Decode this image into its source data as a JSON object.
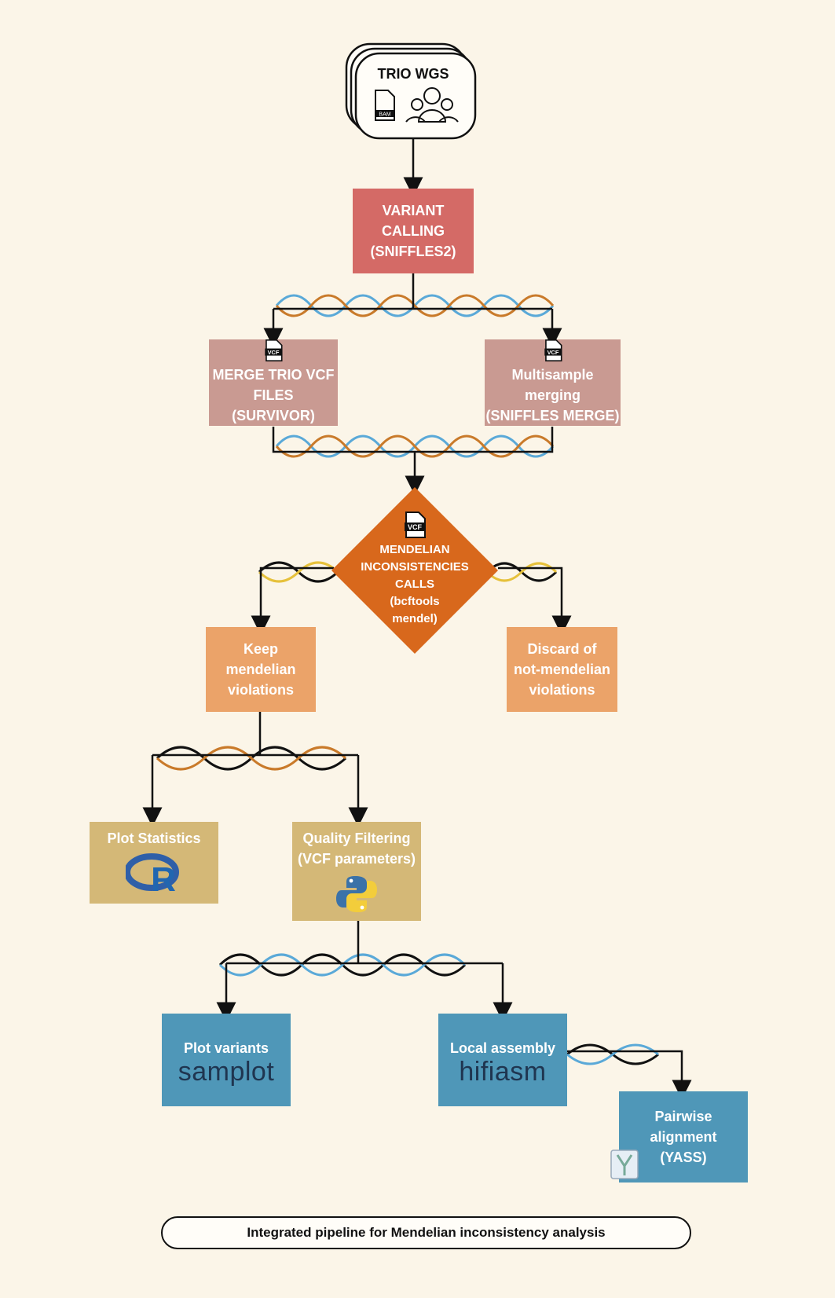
{
  "colors": {
    "background": "#fbf5e8",
    "variant_calling": "#d46a66",
    "merge": "#c99a92",
    "mendelian": "#d8681c",
    "keep_discard": "#eba369",
    "plot_quality": "#d4b877",
    "blue_nodes": "#4f97b8",
    "dna_blue": "#5aa9d8",
    "dna_orange": "#c97a2a",
    "dna_yellow": "#e6c13b"
  },
  "input": {
    "title": "TRIO WGS",
    "file_label": "BAM"
  },
  "nodes": {
    "variant_calling": "VARIANT CALLING\n(SNIFFLES2)",
    "merge_survivor": "MERGE TRIO VCF FILES\n(SURVIVOR)",
    "multisample_merge": "Multisample merging\n(SNIFFLES MERGE)",
    "mendelian": "MENDELIAN\nINCONSISTENCIES\nCALLS\n(bcftools\nmendel)",
    "keep": "Keep\nmendelian\nviolations",
    "discard": "Discard of\nnot-mendelian\nviolations",
    "plot_statistics": "Plot Statistics",
    "quality_filtering": "Quality Filtering\n(VCF parameters)",
    "plot_variants": "Plot variants",
    "local_assembly": "Local assembly",
    "pairwise": "Pairwise\nalignment\n(YASS)"
  },
  "logos": {
    "vcf": "VCF",
    "r": "R",
    "samplot": "samplot",
    "hifiasm": "hifiasm"
  },
  "caption": "Integrated pipeline for Mendelian inconsistency analysis"
}
